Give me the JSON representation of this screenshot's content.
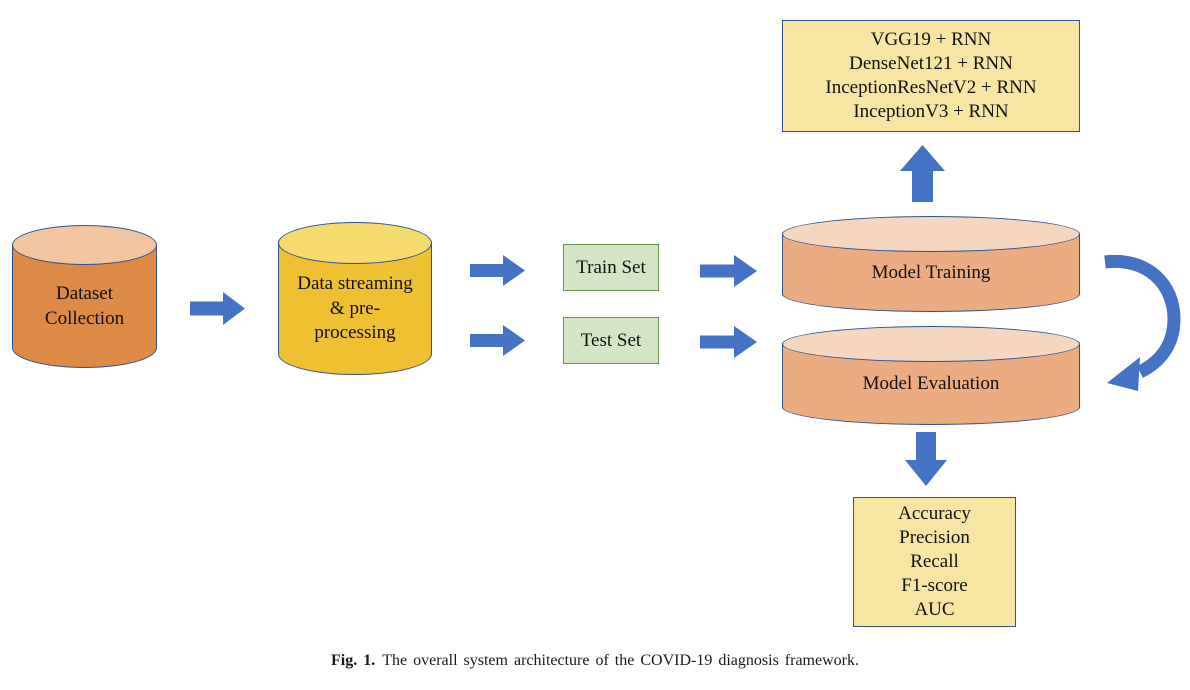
{
  "figure": {
    "caption_prefix": "Fig. 1.",
    "caption_text": "The overall system architecture of the COVID-19 diagnosis framework."
  },
  "nodes": {
    "dataset": {
      "label": "Dataset\nCollection"
    },
    "streaming": {
      "label": "Data streaming\n& pre-\nprocessing"
    },
    "train_set": {
      "label": "Train Set"
    },
    "test_set": {
      "label": "Test Set"
    },
    "model_training": {
      "label": "Model Training"
    },
    "model_evaluation": {
      "label": "Model Evaluation"
    },
    "models_box": {
      "lines": [
        "VGG19 + RNN",
        "DenseNet121 + RNN",
        "InceptionResNetV2 + RNN",
        "InceptionV3 + RNN"
      ]
    },
    "metrics_box": {
      "lines": [
        "Accuracy",
        "Precision",
        "Recall",
        "F1-score",
        "AUC"
      ]
    }
  },
  "colors": {
    "arrow_blue": "#4472C4",
    "outline_blue": "#2F528F",
    "orange_body": "#DC8A46",
    "orange_top": "#F0C59F",
    "gold_body": "#F0C033",
    "gold_top": "#F5DA6E",
    "peach_body": "#EAAC80",
    "peach_top": "#F4D7BE",
    "green_fill": "#D3E5C4",
    "green_border": "#6B9655",
    "yellow_fill": "#F8E5A2",
    "yellow_border": "#2F5597",
    "text": "#111111"
  }
}
